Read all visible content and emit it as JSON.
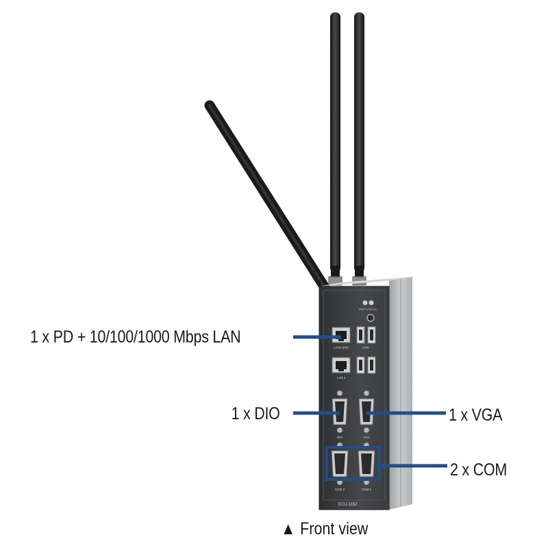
{
  "device": {
    "model_plate": "ECU-1152",
    "port_tags": {
      "lan1": "LAN1 (PD)",
      "lan2": "LAN 2",
      "usb": "USB",
      "dio": "DIO",
      "vga": "VGA",
      "com2": "COM 2",
      "com1": "COM 1",
      "pwr": "PWR STATUS"
    }
  },
  "callouts": {
    "lan": "1 x PD + 10/100/1000 Mbps LAN",
    "dio": "1 x DIO",
    "vga": "1 x VGA",
    "com": "2 x COM"
  },
  "caption": {
    "marker": "▲",
    "text": "Front view"
  },
  "colors": {
    "callout_line": "#1f4e8c",
    "body": "#3a3b3d",
    "side": "#b9bcbf",
    "antenna": "#232323"
  }
}
